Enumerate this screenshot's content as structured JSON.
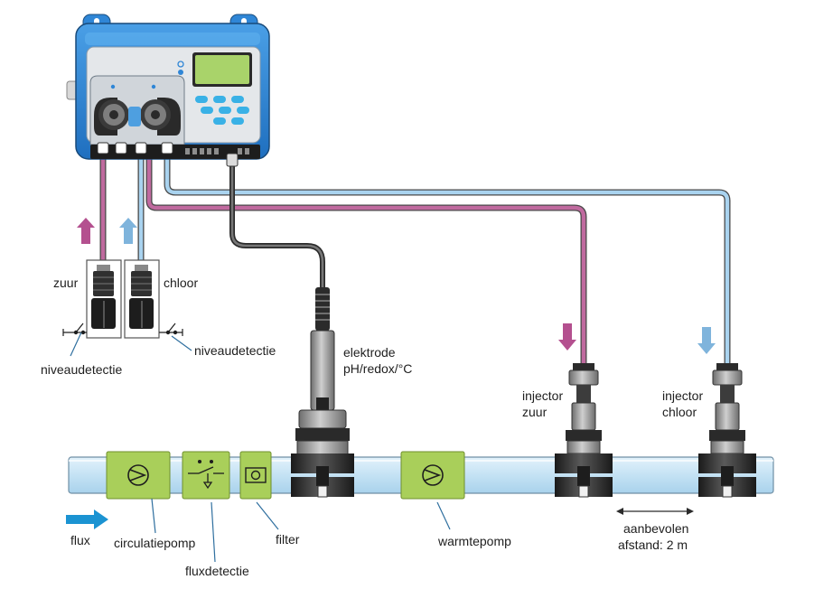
{
  "colors": {
    "acid_tube": "#b4508f",
    "chlorine_tube": "#7fb4dc",
    "pipe": "#c9e4f5",
    "pipe_edge": "#6f8fa5",
    "component_green": "#a9cf5a",
    "controller_blue": "#2f86d6",
    "screen_green": "#a9d36a",
    "flow_arrow": "#1b93d2",
    "leader_line": "#2f6f9f"
  },
  "labels": {
    "zuur": "zuur",
    "chloor": "chloor",
    "niveau_left": "niveaudetectie",
    "niveau_right": "niveaudetectie",
    "electrode_line1": "elektrode",
    "electrode_line2": "pH/redox/°C",
    "injector_acid_line1": "injector",
    "injector_acid_line2": "zuur",
    "injector_chlorine_line1": "injector",
    "injector_chlorine_line2": "chloor",
    "flux": "flux",
    "circulation_pump": "circulatiepomp",
    "flow_detection": "fluxdetectie",
    "filter": "filter",
    "heat_pump": "warmtepomp",
    "distance_line1": "aanbevolen",
    "distance_line2": "afstand: 2 m"
  },
  "icons": {
    "controller": "dosing-controller-icon",
    "peristaltic_pump": "peristaltic-pump-icon",
    "pump": "pump-symbol-icon",
    "flow_switch": "flow-switch-icon",
    "filter": "filter-symbol-icon",
    "level_switch": "level-switch-icon",
    "arrow_up": "arrow-up-icon",
    "arrow_down": "arrow-down-icon",
    "flow_direction": "flow-direction-arrow-icon",
    "double_arrow": "double-arrow-icon"
  }
}
